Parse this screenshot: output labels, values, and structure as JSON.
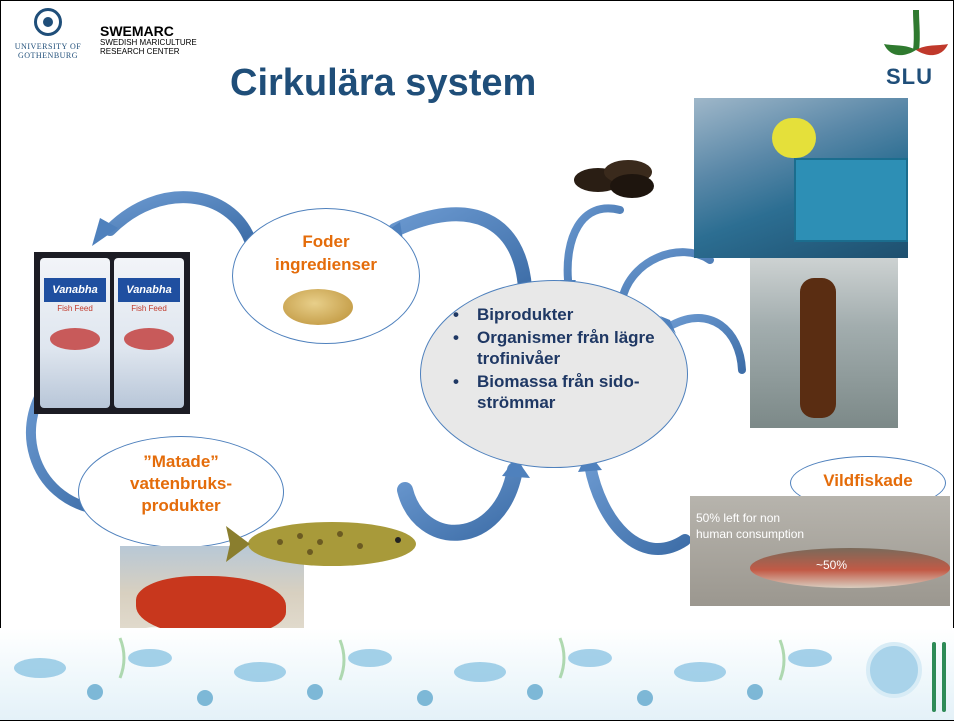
{
  "header": {
    "title": "Cirkulära system",
    "gu_logo": {
      "line1": "UNIVERSITY OF",
      "line2": "GOTHENBURG"
    },
    "swemarc": {
      "name": "SWEMARC",
      "line1": "SWEDISH MARICULTURE",
      "line2": "RESEARCH CENTER"
    },
    "slu": "SLU"
  },
  "center": {
    "items": [
      "Biprodukter",
      "Organismer från lägre trofinivåer",
      "Biomassa från sido-strömmar"
    ]
  },
  "foder": {
    "line1": "Foder",
    "line2": "ingredienser"
  },
  "matade": {
    "line1": "”Matade”",
    "line2": "vattenbruks-",
    "line3": "produkter"
  },
  "vild": {
    "label": "Vildfiskade"
  },
  "feed_bags": {
    "brand": "Vanabha",
    "subtitle": "Fish Feed"
  },
  "fish_photo": {
    "line1": "50% left for non",
    "line2": "human consumption",
    "pct": "~50%"
  },
  "colors": {
    "title": "#1f4e79",
    "accent": "#e46c0a",
    "arrow": "#4f81bd",
    "center_text": "#1f3864"
  },
  "icons": [
    "university-seal-icon",
    "slu-logo-icon",
    "plate-icon",
    "cutlery-icon",
    "mussel-icon",
    "fish-icon",
    "lobster-icon"
  ]
}
